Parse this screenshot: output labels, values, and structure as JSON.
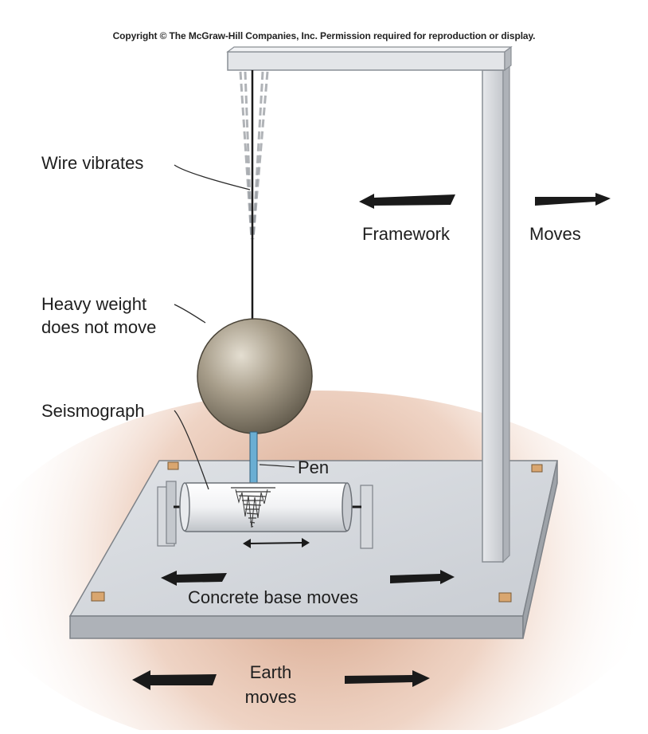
{
  "copyright": "Copyright © The McGraw-Hill Companies, Inc. Permission required for reproduction or display.",
  "labels": {
    "wire_vibrates": "Wire vibrates",
    "framework": "Framework",
    "moves": "Moves",
    "heavy_weight_line1": "Heavy weight",
    "heavy_weight_line2": "does not move",
    "seismograph": "Seismograph",
    "pen": "Pen",
    "concrete_base_moves": "Concrete base moves",
    "earth_line1": "Earth",
    "earth_line2": "moves"
  },
  "colors": {
    "ground_glow": "#e2b49a",
    "base_top": "#d6d9de",
    "frame": "#d2d5da",
    "sphere": "#8f8574",
    "pen": "#6aaed3",
    "bolt": "#d9a66f",
    "arrow": "#1a1a1a"
  }
}
